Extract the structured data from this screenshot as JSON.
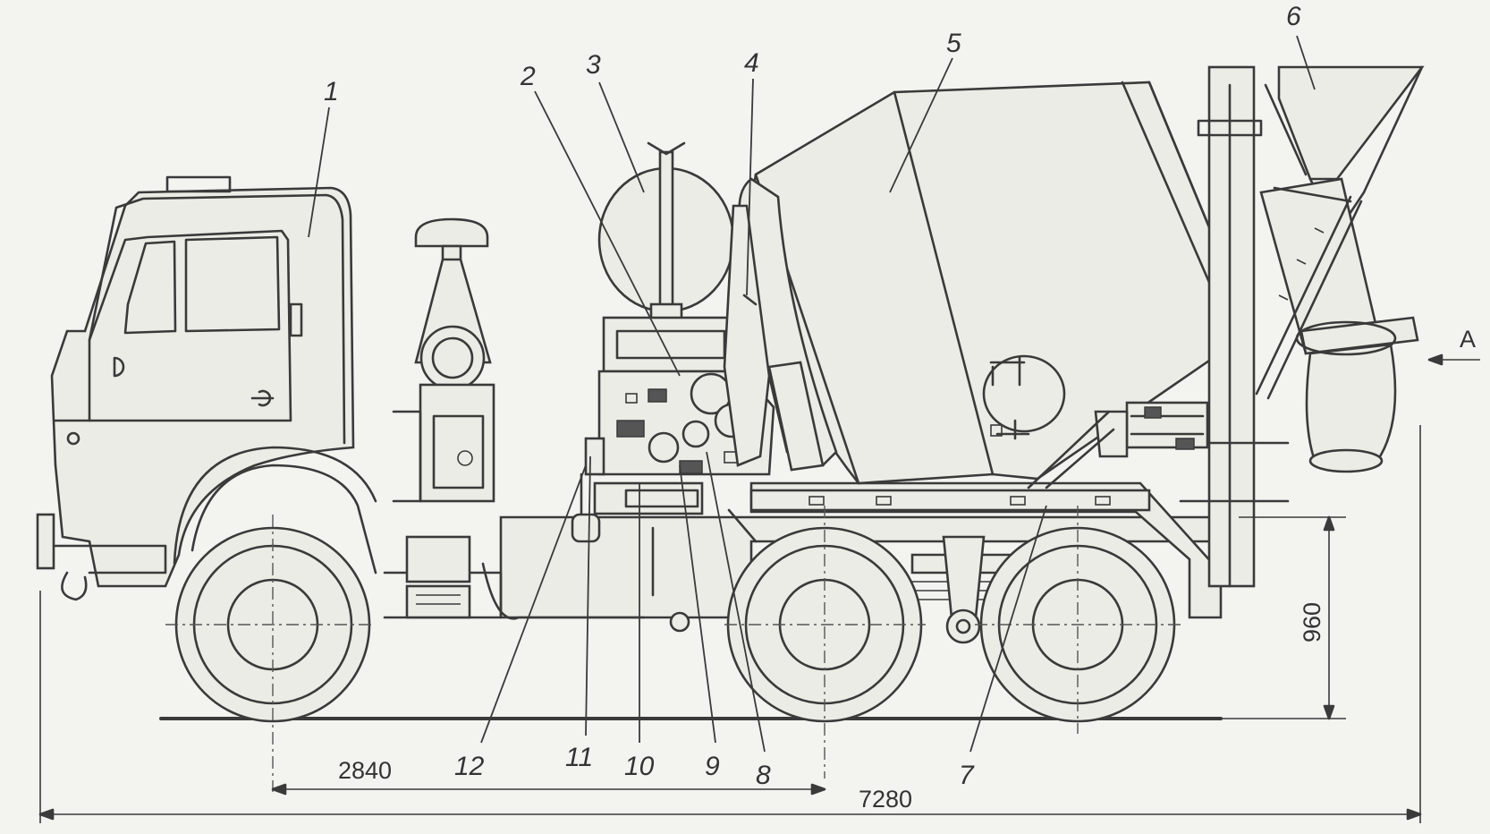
{
  "callouts": [
    {
      "id": "1",
      "label": "1"
    },
    {
      "id": "2",
      "label": "2"
    },
    {
      "id": "3",
      "label": "3"
    },
    {
      "id": "4",
      "label": "4"
    },
    {
      "id": "5",
      "label": "5"
    },
    {
      "id": "6",
      "label": "6"
    },
    {
      "id": "7",
      "label": "7"
    },
    {
      "id": "8",
      "label": "8"
    },
    {
      "id": "9",
      "label": "9"
    },
    {
      "id": "10",
      "label": "10"
    },
    {
      "id": "11",
      "label": "11"
    },
    {
      "id": "12",
      "label": "12"
    }
  ],
  "dimensions": {
    "wheelbase": "2840",
    "overall_length": "7280",
    "frame_height": "960"
  },
  "view_marker": "A",
  "colors": {
    "line": "#3a3a3a",
    "paper": "#f3f3ef"
  }
}
